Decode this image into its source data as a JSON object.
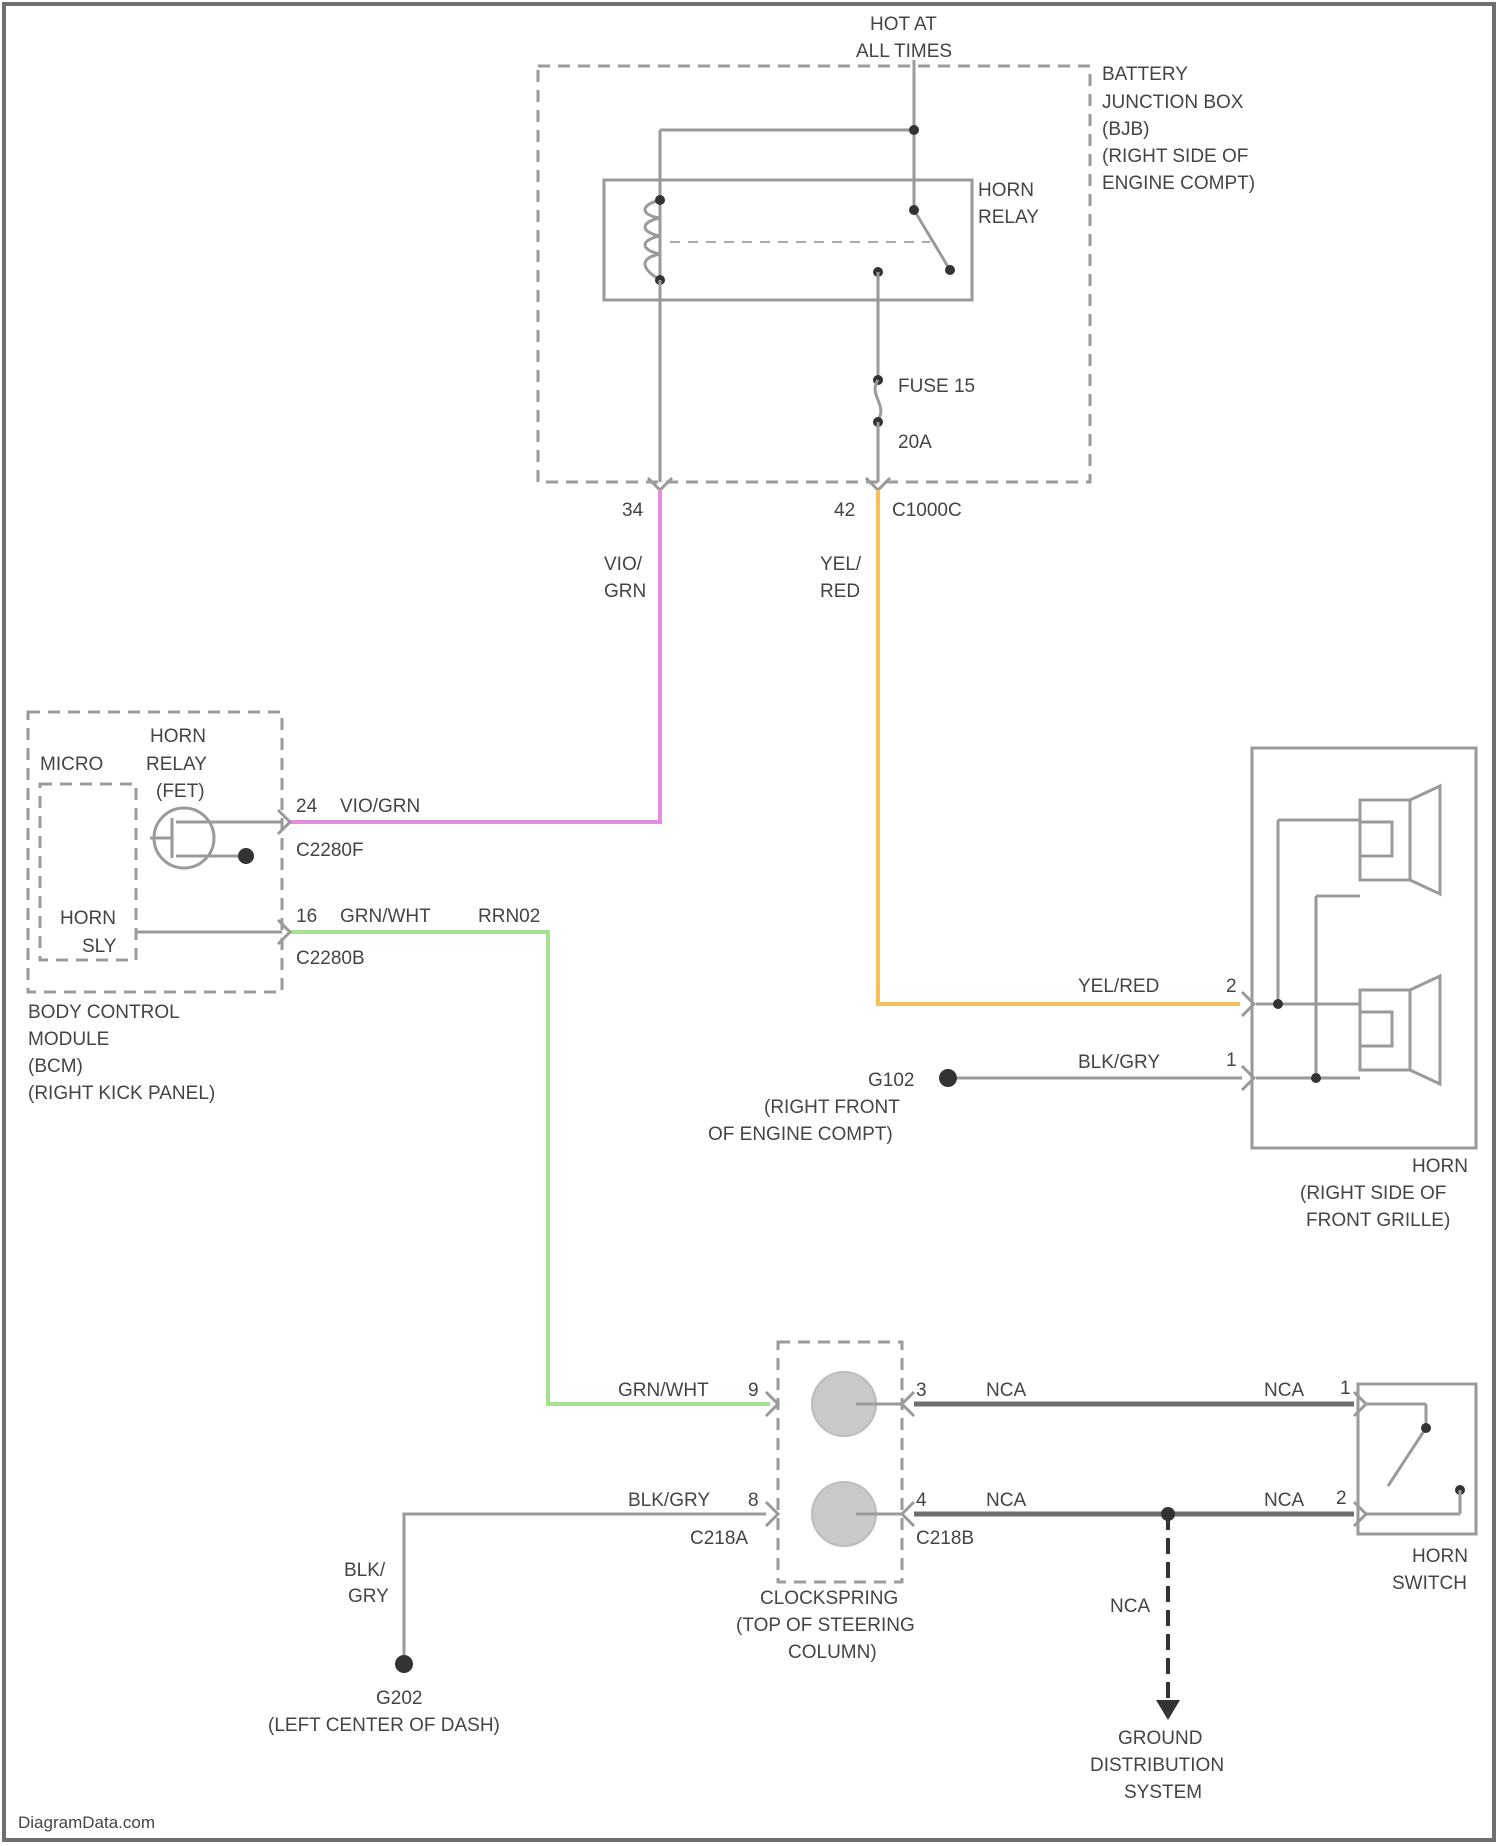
{
  "colors": {
    "wire_violet": "#e58ee0",
    "wire_yellow": "#f7c05a",
    "wire_green": "#a7e08f",
    "wire_gray": "#9a9a9a",
    "wire_dark": "#6f6f6f"
  },
  "power": {
    "hot_line1": "HOT AT",
    "hot_line2": "ALL TIMES"
  },
  "bjb": {
    "line1": "BATTERY",
    "line2": "JUNCTION BOX",
    "line3": "(BJB)",
    "line4": "(RIGHT SIDE OF",
    "line5": "ENGINE COMPT)",
    "relay_line1": "HORN",
    "relay_line2": "RELAY",
    "fuse_line1": "FUSE 15",
    "fuse_line2": "20A",
    "pin_left": "34",
    "pin_right": "42",
    "connector": "C1000C"
  },
  "wires": {
    "vio_grn_line1": "VIO/",
    "vio_grn_line2": "GRN",
    "yel_red_line1": "YEL/",
    "yel_red_line2": "RED",
    "vio_grn_bcm": "VIO/GRN",
    "grn_wht": "GRN/WHT",
    "rrn02": "RRN02",
    "yel_red_horn": "YEL/RED",
    "blk_gry_horn": "BLK/GRY",
    "grn_wht_clock": "GRN/WHT",
    "blk_gry_clock": "BLK/GRY",
    "blk_gry_down1": "BLK/",
    "blk_gry_down2": "GRY",
    "nca_top_left": "NCA",
    "nca_top_right": "NCA",
    "nca_bot_left": "NCA",
    "nca_bot_right": "NCA",
    "nca_vert": "NCA"
  },
  "bcm": {
    "micro": "MICRO",
    "relay_line1": "HORN",
    "relay_line2": "RELAY",
    "relay_line3": "(FET)",
    "horn_line1": "HORN",
    "horn_line2": "SLY",
    "pin_top": "24",
    "pin_bot": "16",
    "conn_top": "C2280F",
    "conn_bot": "C2280B",
    "name_line1": "BODY CONTROL",
    "name_line2": "MODULE",
    "name_line3": "(BCM)",
    "name_line4": "(RIGHT KICK PANEL)"
  },
  "horn": {
    "pin_top": "2",
    "pin_bot": "1",
    "line1": "HORN",
    "line2": "(RIGHT SIDE OF",
    "line3": "FRONT GRILLE)"
  },
  "ground_g102": {
    "line1": "G102",
    "line2": "(RIGHT FRONT",
    "line3": "OF ENGINE COMPT)"
  },
  "clockspring": {
    "pin_left_top": "9",
    "pin_left_bot": "8",
    "pin_right_top": "3",
    "pin_right_bot": "4",
    "conn_left": "C218A",
    "conn_right": "C218B",
    "line1": "CLOCKSPRING",
    "line2": "(TOP OF STEERING",
    "line3": "COLUMN)"
  },
  "horn_switch": {
    "pin_top": "1",
    "pin_bot": "2",
    "line1": "HORN",
    "line2": "SWITCH"
  },
  "ground_g202": {
    "line1": "G202",
    "line2": "(LEFT CENTER OF DASH)"
  },
  "ground_dist": {
    "line1": "GROUND",
    "line2": "DISTRIBUTION",
    "line3": "SYSTEM"
  },
  "watermark": "DiagramData.com"
}
